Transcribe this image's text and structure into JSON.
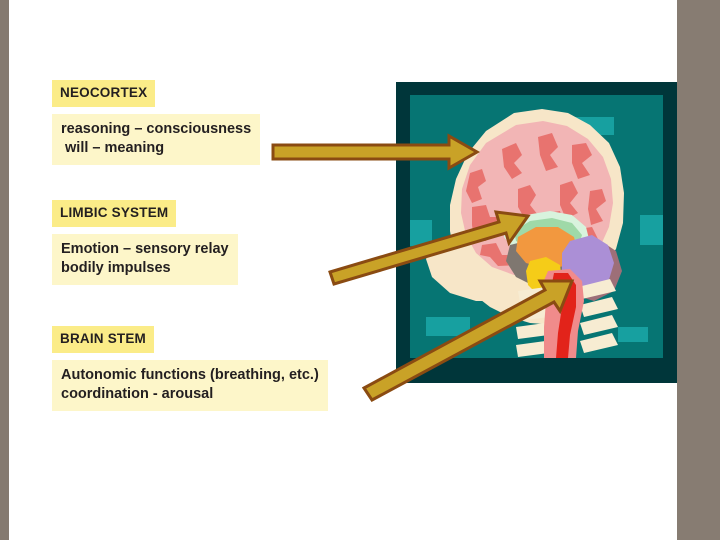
{
  "slide": {
    "background_color": "#ffffff",
    "side_band_color": "#877c72"
  },
  "labels": [
    {
      "id": "neocortex",
      "heading": "NEOCORTEX",
      "description": "reasoning – consciousness\n will – meaning"
    },
    {
      "id": "limbic",
      "heading": "LIMBIC SYSTEM",
      "description": "Emotion – sensory relay\nbodily impulses"
    },
    {
      "id": "brainstem",
      "heading": "BRAIN STEM",
      "description": "Autonomic functions (breathing, etc.)\ncoordination - arousal"
    }
  ],
  "arrows": [
    {
      "id": "arrow-neocortex",
      "points_to": "cerebral-cortex",
      "direction": "horizontal-right",
      "fill": "#c9a227",
      "stroke": "#8a4b12"
    },
    {
      "id": "arrow-limbic",
      "points_to": "thalamus-limbic",
      "direction": "diagonal-up-right",
      "fill": "#c9a227",
      "stroke": "#8a4b12"
    },
    {
      "id": "arrow-brainstem",
      "points_to": "brain-stem",
      "direction": "steep-up-right",
      "fill": "#c9a227",
      "stroke": "#8a4b12"
    }
  ],
  "illustration": {
    "title": "brain-sagittal-section",
    "frame_border_color": "#00363a",
    "frame_background_color": "#067573",
    "accent_color": "#17a0a0",
    "parts": [
      {
        "name": "skull-outline",
        "color": "#f7e6c8"
      },
      {
        "name": "cerebral-cortex-outer",
        "color": "#f2b5b5"
      },
      {
        "name": "cerebral-cortex-sulci",
        "color": "#e8736f"
      },
      {
        "name": "corpus-callosum",
        "color": "#d8f3dd"
      },
      {
        "name": "limbic-inner",
        "color": "#9fd9a8"
      },
      {
        "name": "thalamus",
        "color": "#f2983f"
      },
      {
        "name": "hypothalamus",
        "color": "#f5cc18"
      },
      {
        "name": "cerebellum",
        "color": "#ab8fd6"
      },
      {
        "name": "cerebellum-shadow",
        "color": "#9d6f78"
      },
      {
        "name": "midbrain-shadow",
        "color": "#7f7770"
      },
      {
        "name": "brain-stem",
        "color": "#f08b8b"
      },
      {
        "name": "spinal-cord-core",
        "color": "#e2231a"
      },
      {
        "name": "vertebrae",
        "color": "#f7ecd2"
      }
    ]
  }
}
